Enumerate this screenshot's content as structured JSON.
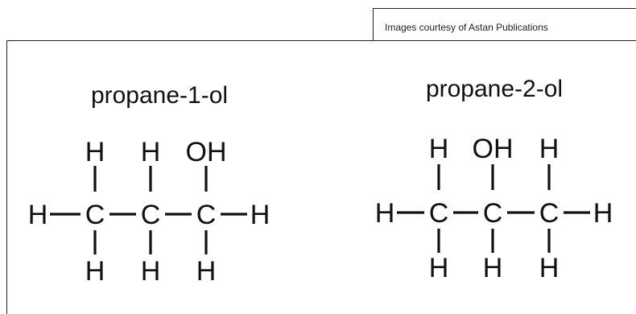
{
  "credit": "Images courtesy of Astan Publications",
  "molecules": [
    {
      "name": "propane-1-ol",
      "top": [
        "H",
        "H",
        "OH"
      ],
      "left": "H",
      "carbons": [
        "C",
        "C",
        "C"
      ],
      "right": "H",
      "bottom": [
        "H",
        "H",
        "H"
      ]
    },
    {
      "name": "propane-2-ol",
      "top": [
        "H",
        "OH",
        "H"
      ],
      "left": "H",
      "carbons": [
        "C",
        "C",
        "C"
      ],
      "right": "H",
      "bottom": [
        "H",
        "H",
        "H"
      ]
    }
  ]
}
